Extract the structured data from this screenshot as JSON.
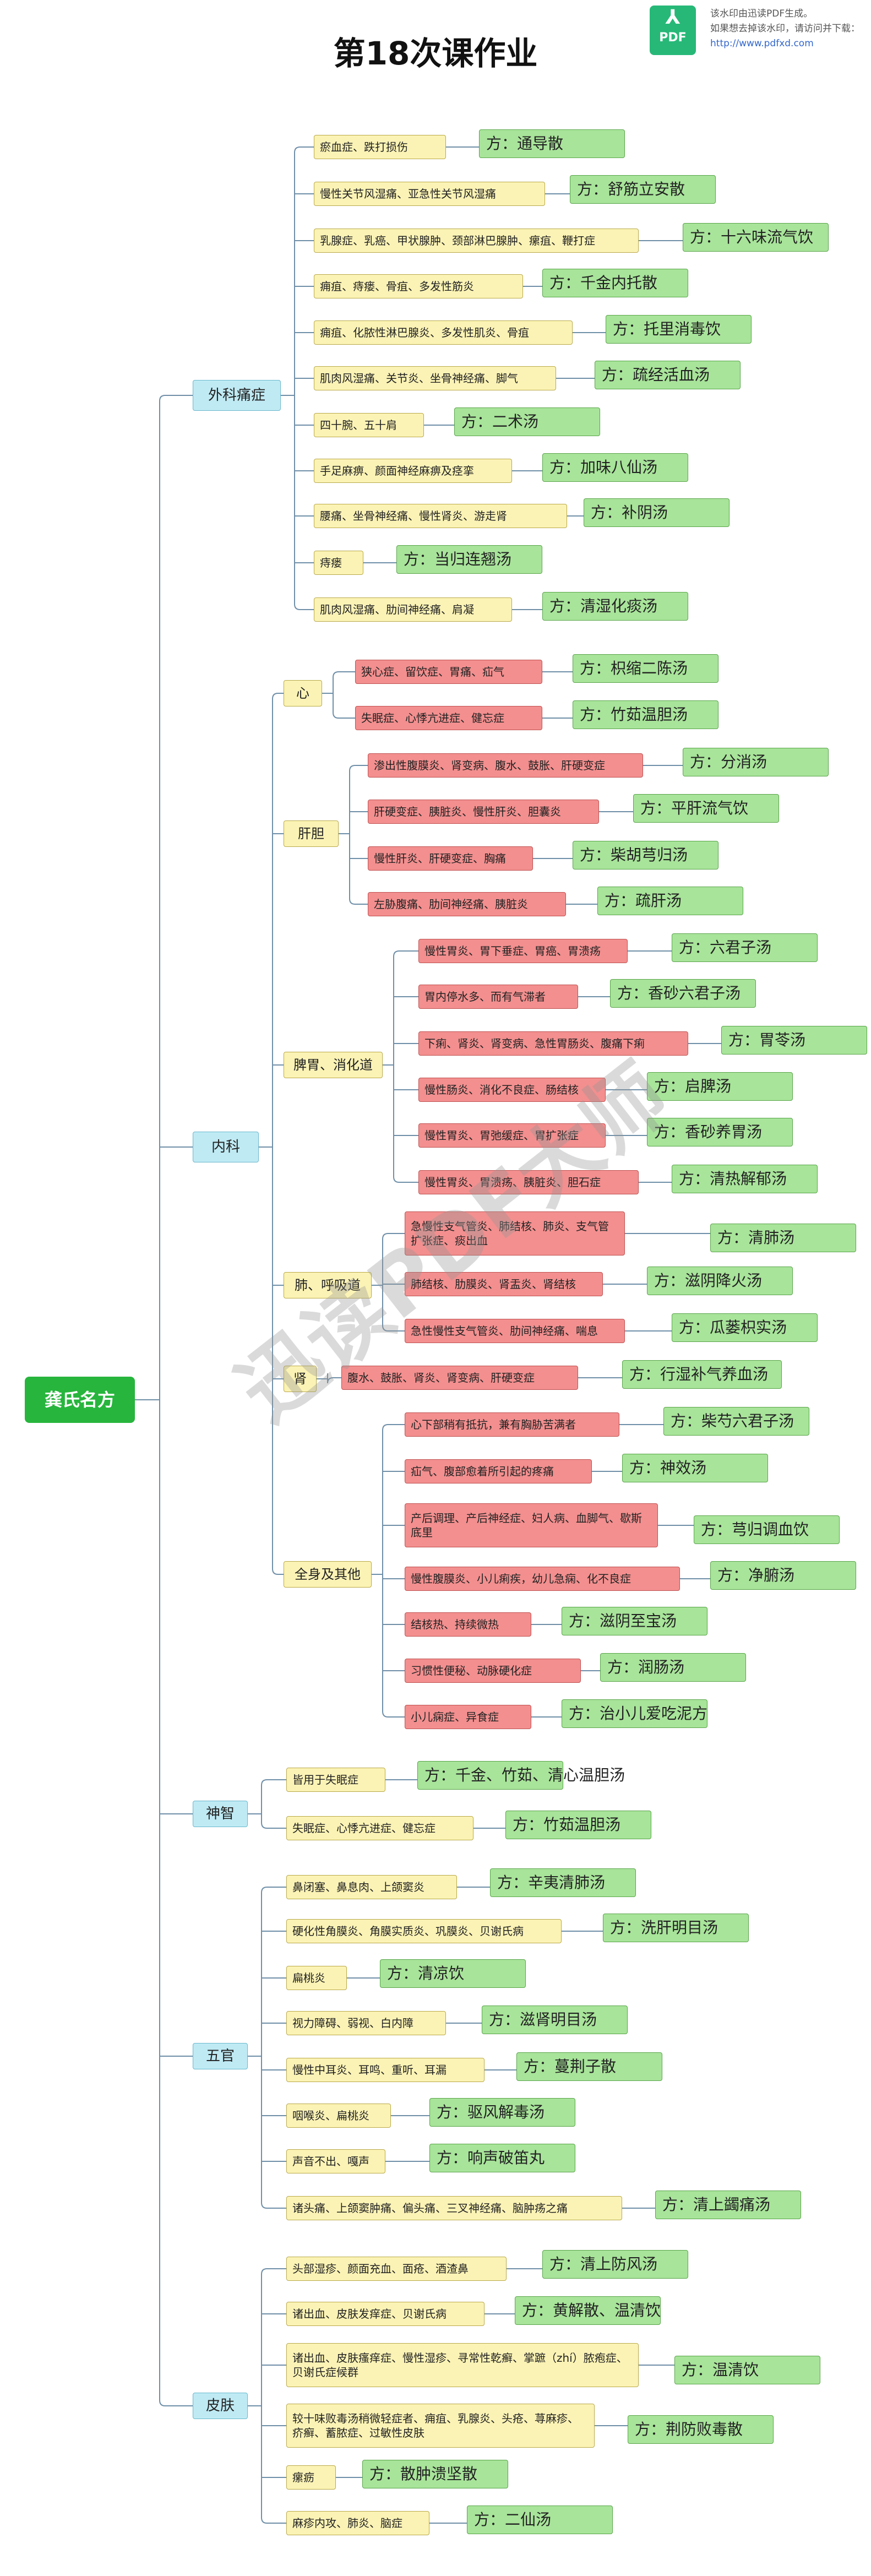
{
  "title": "第18次课作业",
  "pdf_banner": {
    "logo": "PDF",
    "line1": "该水印由迅读PDF生成。",
    "line2": "如果想去掉该水印，请访问并下载：",
    "link": "http://www.pdfxd.com"
  },
  "watermark": "迅读PDF大师",
  "root": "龚氏名方",
  "categories": {
    "waike": "外科痛症",
    "neike": "内科",
    "shenzhi": "神智",
    "wuguan": "五官",
    "pifu": "皮肤"
  },
  "subcategories": {
    "xin": "心",
    "gandan": "肝胆",
    "piwei": "脾胃、消化道",
    "fei": "肺、呼吸道",
    "shen": "肾",
    "quanshen": "全身及其他"
  },
  "items": [
    {
      "cond": "瘀血症、跌打损伤",
      "fang": "方：通导散"
    },
    {
      "cond": "慢性关节风湿痛、亚急性关节风湿痛",
      "fang": "方：舒筋立安散"
    },
    {
      "cond": "乳腺症、乳癌、甲状腺肿、颈部淋巴腺肿、瘰疽、鞭打症",
      "fang": "方：十六味流气饮"
    },
    {
      "cond": "痈疽、痔瘘、骨疽、多发性筋炎",
      "fang": "方：千金内托散"
    },
    {
      "cond": "痈疽、化脓性淋巴腺炎、多发性肌炎、骨疽",
      "fang": "方：托里消毒饮"
    },
    {
      "cond": "肌肉风湿痛、关节炎、坐骨神经痛、脚气",
      "fang": "方：疏经活血汤"
    },
    {
      "cond": "四十腕、五十肩",
      "fang": "方：二术汤"
    },
    {
      "cond": "手足麻痹、颜面神经麻痹及痉挛",
      "fang": "方：加味八仙汤"
    },
    {
      "cond": "腰痛、坐骨神经痛、慢性肾炎、游走肾",
      "fang": "方：补阴汤"
    },
    {
      "cond": "痔瘘",
      "fang": "方：当归连翘汤"
    },
    {
      "cond": "肌肉风湿痛、肋间神经痛、肩凝",
      "fang": "方：清湿化痰汤"
    },
    {
      "cond": "狭心症、留饮症、胃痛、疝气",
      "fang": "方：枳缩二陈汤"
    },
    {
      "cond": "失眠症、心悸亢进症、健忘症",
      "fang": "方：竹茹温胆汤"
    },
    {
      "cond": "渗出性腹膜炎、肾变病、腹水、鼓胀、肝硬变症",
      "fang": "方：分消汤"
    },
    {
      "cond": "肝硬变症、胰脏炎、慢性肝炎、胆囊炎",
      "fang": "方：平肝流气饮"
    },
    {
      "cond": "慢性肝炎、肝硬变症、胸痛",
      "fang": "方：柴胡芎归汤"
    },
    {
      "cond": "左胁腹痛、肋间神经痛、胰脏炎",
      "fang": "方：疏肝汤"
    },
    {
      "cond": "慢性胃炎、胃下垂症、胃癌、胃溃疡",
      "fang": "方：六君子汤"
    },
    {
      "cond": "胃内停水多、而有气滞者",
      "fang": "方：香砂六君子汤"
    },
    {
      "cond": "下痢、肾炎、肾变病、急性胃肠炎、腹痛下痢",
      "fang": "方：胃苓汤"
    },
    {
      "cond": "慢性肠炎、消化不良症、肠结核",
      "fang": "方：启脾汤"
    },
    {
      "cond": "慢性胃炎、胃弛缓症、胃扩张症",
      "fang": "方：香砂养胃汤"
    },
    {
      "cond": "慢性胃炎、胃溃疡、胰脏炎、胆石症",
      "fang": "方：清热解郁汤"
    },
    {
      "cond": "急慢性支气管炎、肺结核、肺炎、支气管扩张症、痰出血",
      "fang": "方：清肺汤"
    },
    {
      "cond": "肺结核、肋膜炎、肾盂炎、肾结核",
      "fang": "方：滋阴降火汤"
    },
    {
      "cond": "急性慢性支气管炎、肋间神经痛、喘息",
      "fang": "方：瓜蒌枳实汤"
    },
    {
      "cond": "腹水、鼓胀、肾炎、肾变病、肝硬变症",
      "fang": "方：行湿补气养血汤"
    },
    {
      "cond": "心下部稍有抵抗，兼有胸胁苦满者",
      "fang": "方：柴芍六君子汤"
    },
    {
      "cond": "疝气、腹部愈着所引起的疼痛",
      "fang": "方：神效汤"
    },
    {
      "cond": "产后调理、产后神经症、妇人病、血脚气、歇斯底里",
      "fang": "方：芎归调血饮"
    },
    {
      "cond": "慢性腹膜炎、小儿痢疾，幼儿急痫、化不良症",
      "fang": "方：净腑汤"
    },
    {
      "cond": "结核热、持续微热",
      "fang": "方：滋阴至宝汤"
    },
    {
      "cond": "习惯性便秘、动脉硬化症",
      "fang": "方：润肠汤"
    },
    {
      "cond": "小儿痫症、异食症",
      "fang": "方：治小儿爱吃泥方"
    },
    {
      "cond": "皆用于失眠症",
      "fang": "方：千金、竹茹、清心温胆汤"
    },
    {
      "cond": "失眠症、心悸亢进症、健忘症",
      "fang": "方：竹茹温胆汤"
    },
    {
      "cond": "鼻闭塞、鼻息肉、上颌窦炎",
      "fang": "方：辛夷清肺汤"
    },
    {
      "cond": "硬化性角膜炎、角膜实质炎、巩膜炎、贝谢氏病",
      "fang": "方：洗肝明目汤"
    },
    {
      "cond": "扁桃炎",
      "fang": "方：清凉饮"
    },
    {
      "cond": "视力障碍、弱视、白内障",
      "fang": "方：滋肾明目汤"
    },
    {
      "cond": "慢性中耳炎、耳鸣、重听、耳漏",
      "fang": "方：蔓荆子散"
    },
    {
      "cond": "咽喉炎、扁桃炎",
      "fang": "方：驱风解毒汤"
    },
    {
      "cond": "声音不出、嘎声",
      "fang": "方：响声破笛丸"
    },
    {
      "cond": "诸头痛、上颌窦肿痛、偏头痛、三叉神经痛、脑肿疡之痛",
      "fang": "方：清上蠲痛汤"
    },
    {
      "cond": "头部湿疹、颜面充血、面疮、酒渣鼻",
      "fang": "方：清上防风汤"
    },
    {
      "cond": "诸出血、皮肤发痒症、贝谢氏病",
      "fang": "方：黄解散、温清饮"
    },
    {
      "cond": "诸出血、皮肤瘙痒症、慢性湿疹、寻常性乾癣、掌蹠（zhí）脓疱症、贝谢氏症候群",
      "fang": "方：温清饮"
    },
    {
      "cond": "较十味败毒汤稍微轻症者、痈疽、乳腺炎、头疮、荨麻疹、疥癣、蓄脓症、过敏性皮肤",
      "fang": "方：荆防败毒散"
    },
    {
      "cond": "瘰疬",
      "fang": "方：散肿溃坚散"
    },
    {
      "cond": "麻疹内攻、肺炎、脑症",
      "fang": "方：二仙汤"
    }
  ]
}
